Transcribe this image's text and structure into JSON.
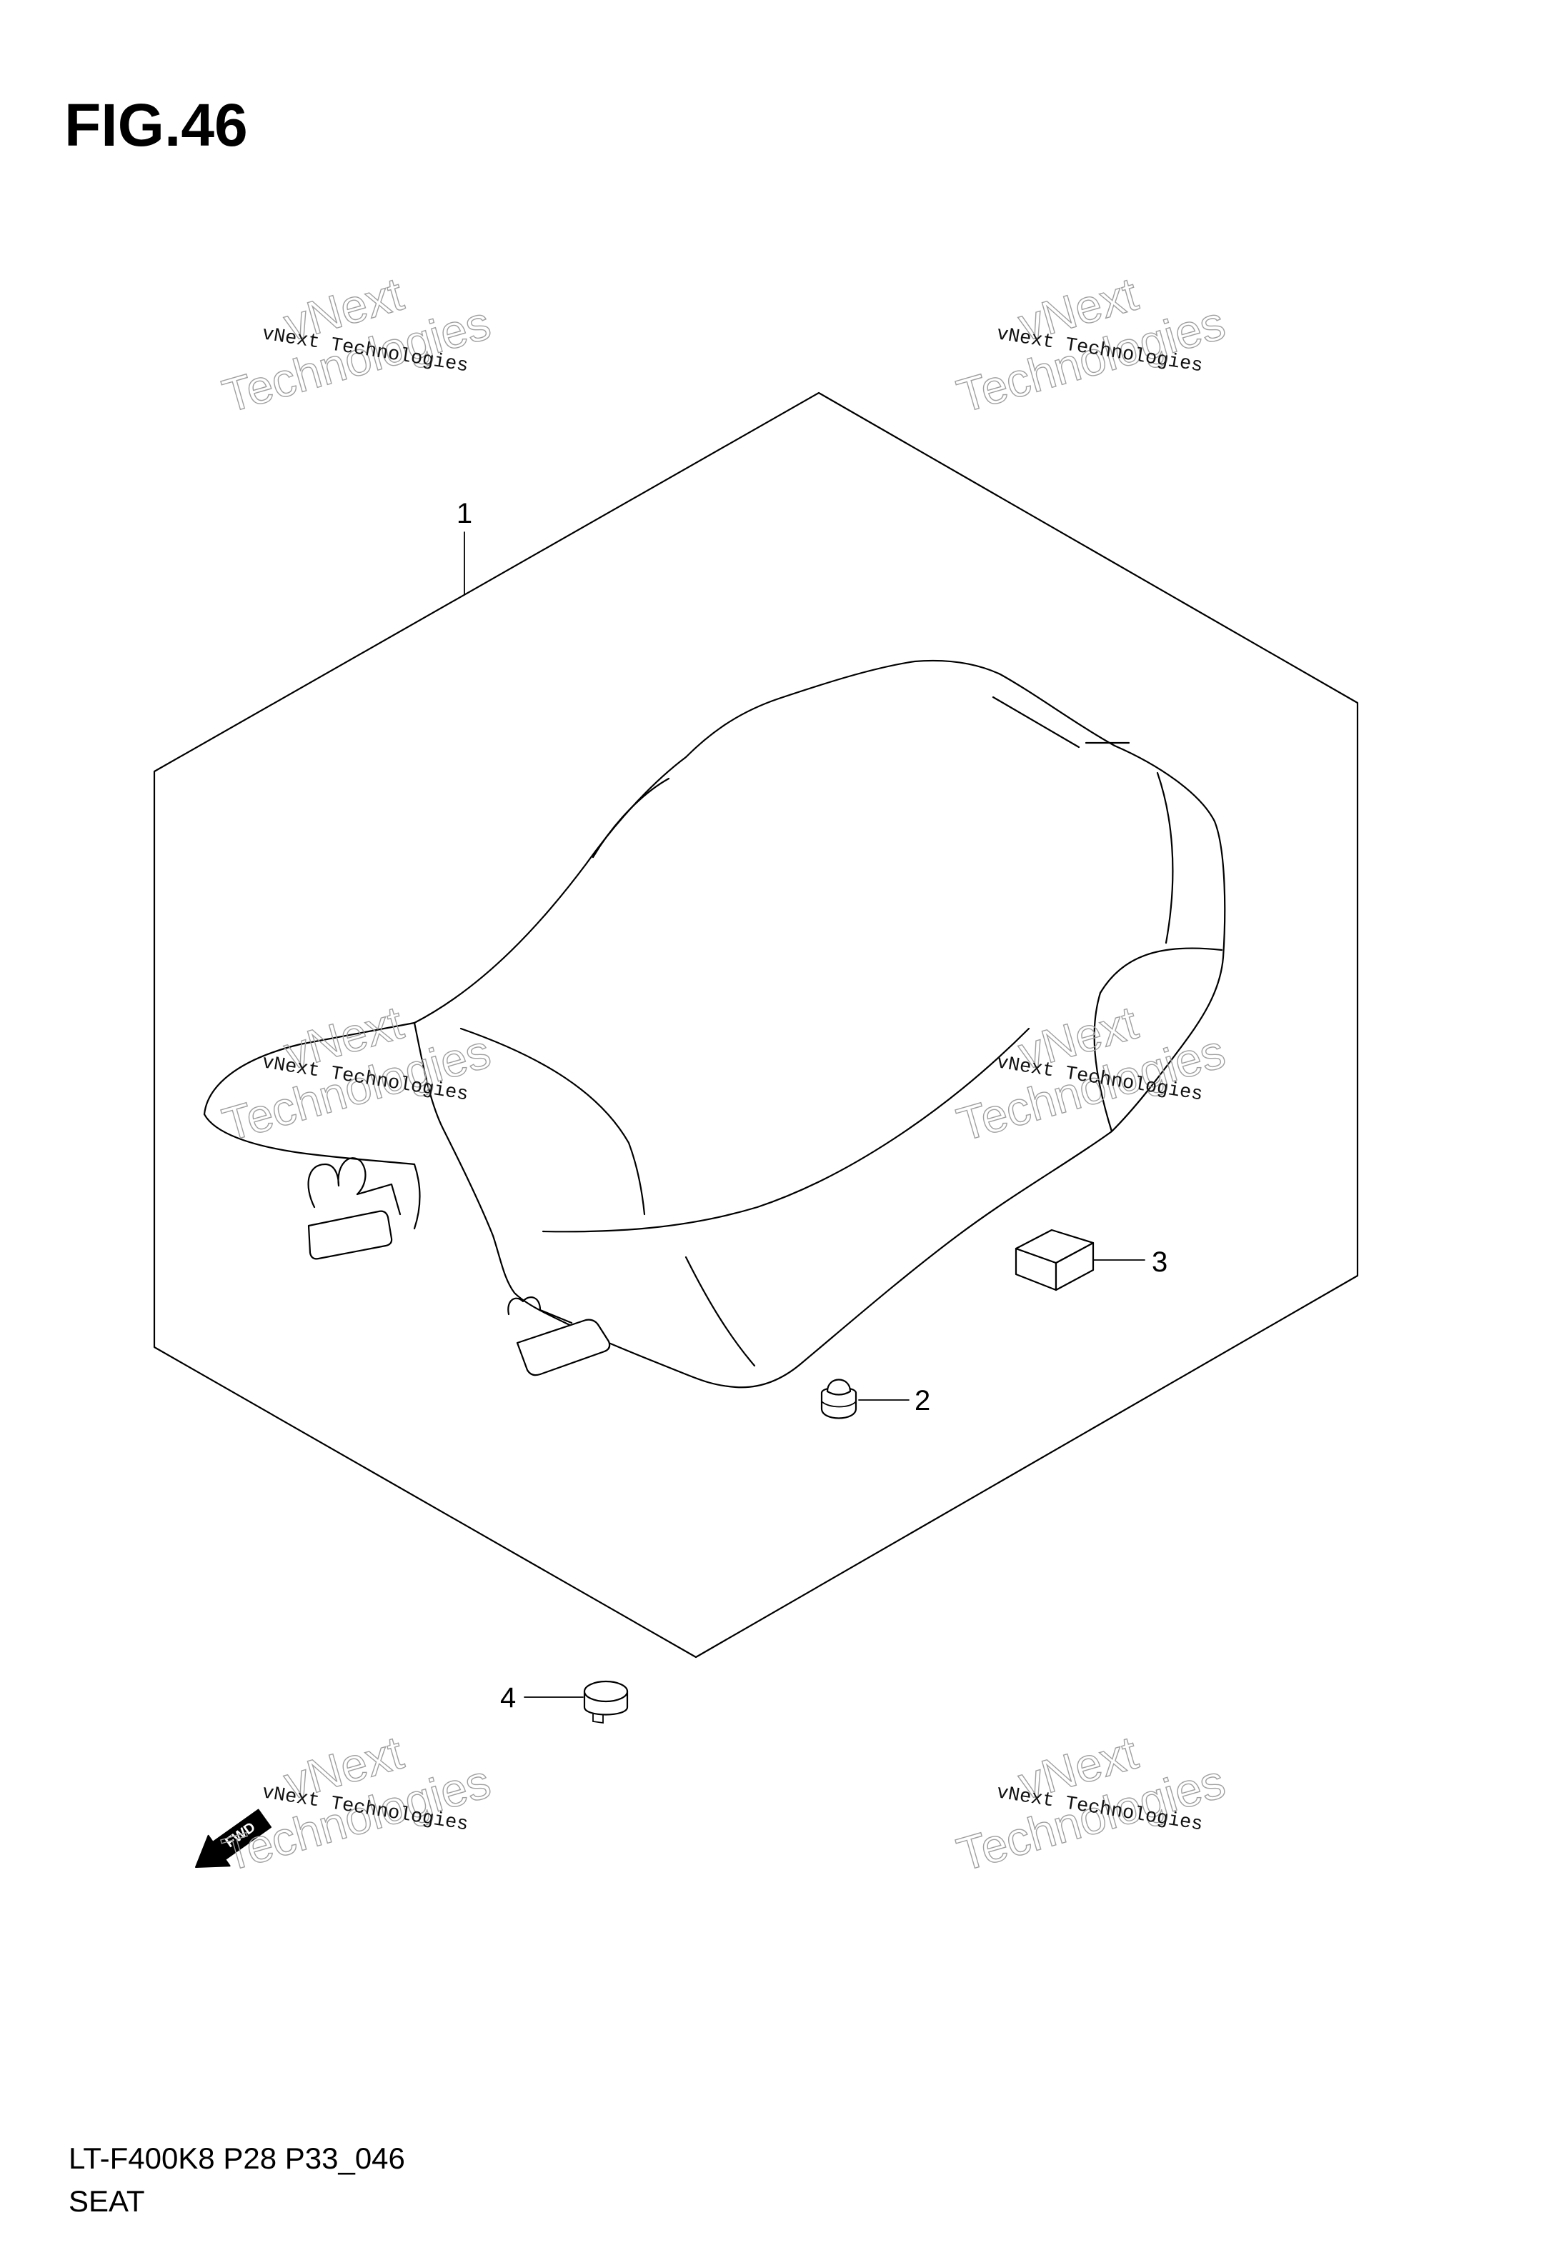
{
  "figure_title": "FIG.46",
  "callouts": [
    "1",
    "2",
    "3",
    "4"
  ],
  "fwd_label": "FWD",
  "watermark": {
    "small": "vNext Technologies",
    "large_top": "vNext",
    "large_bottom": "Technologies"
  },
  "footer": {
    "model_code": "LT-F400K8 P28 P33_046",
    "section_name": "SEAT"
  },
  "colors": {
    "line": "#000000",
    "watermark_outline": "#a0a0a0",
    "background": "#ffffff"
  }
}
